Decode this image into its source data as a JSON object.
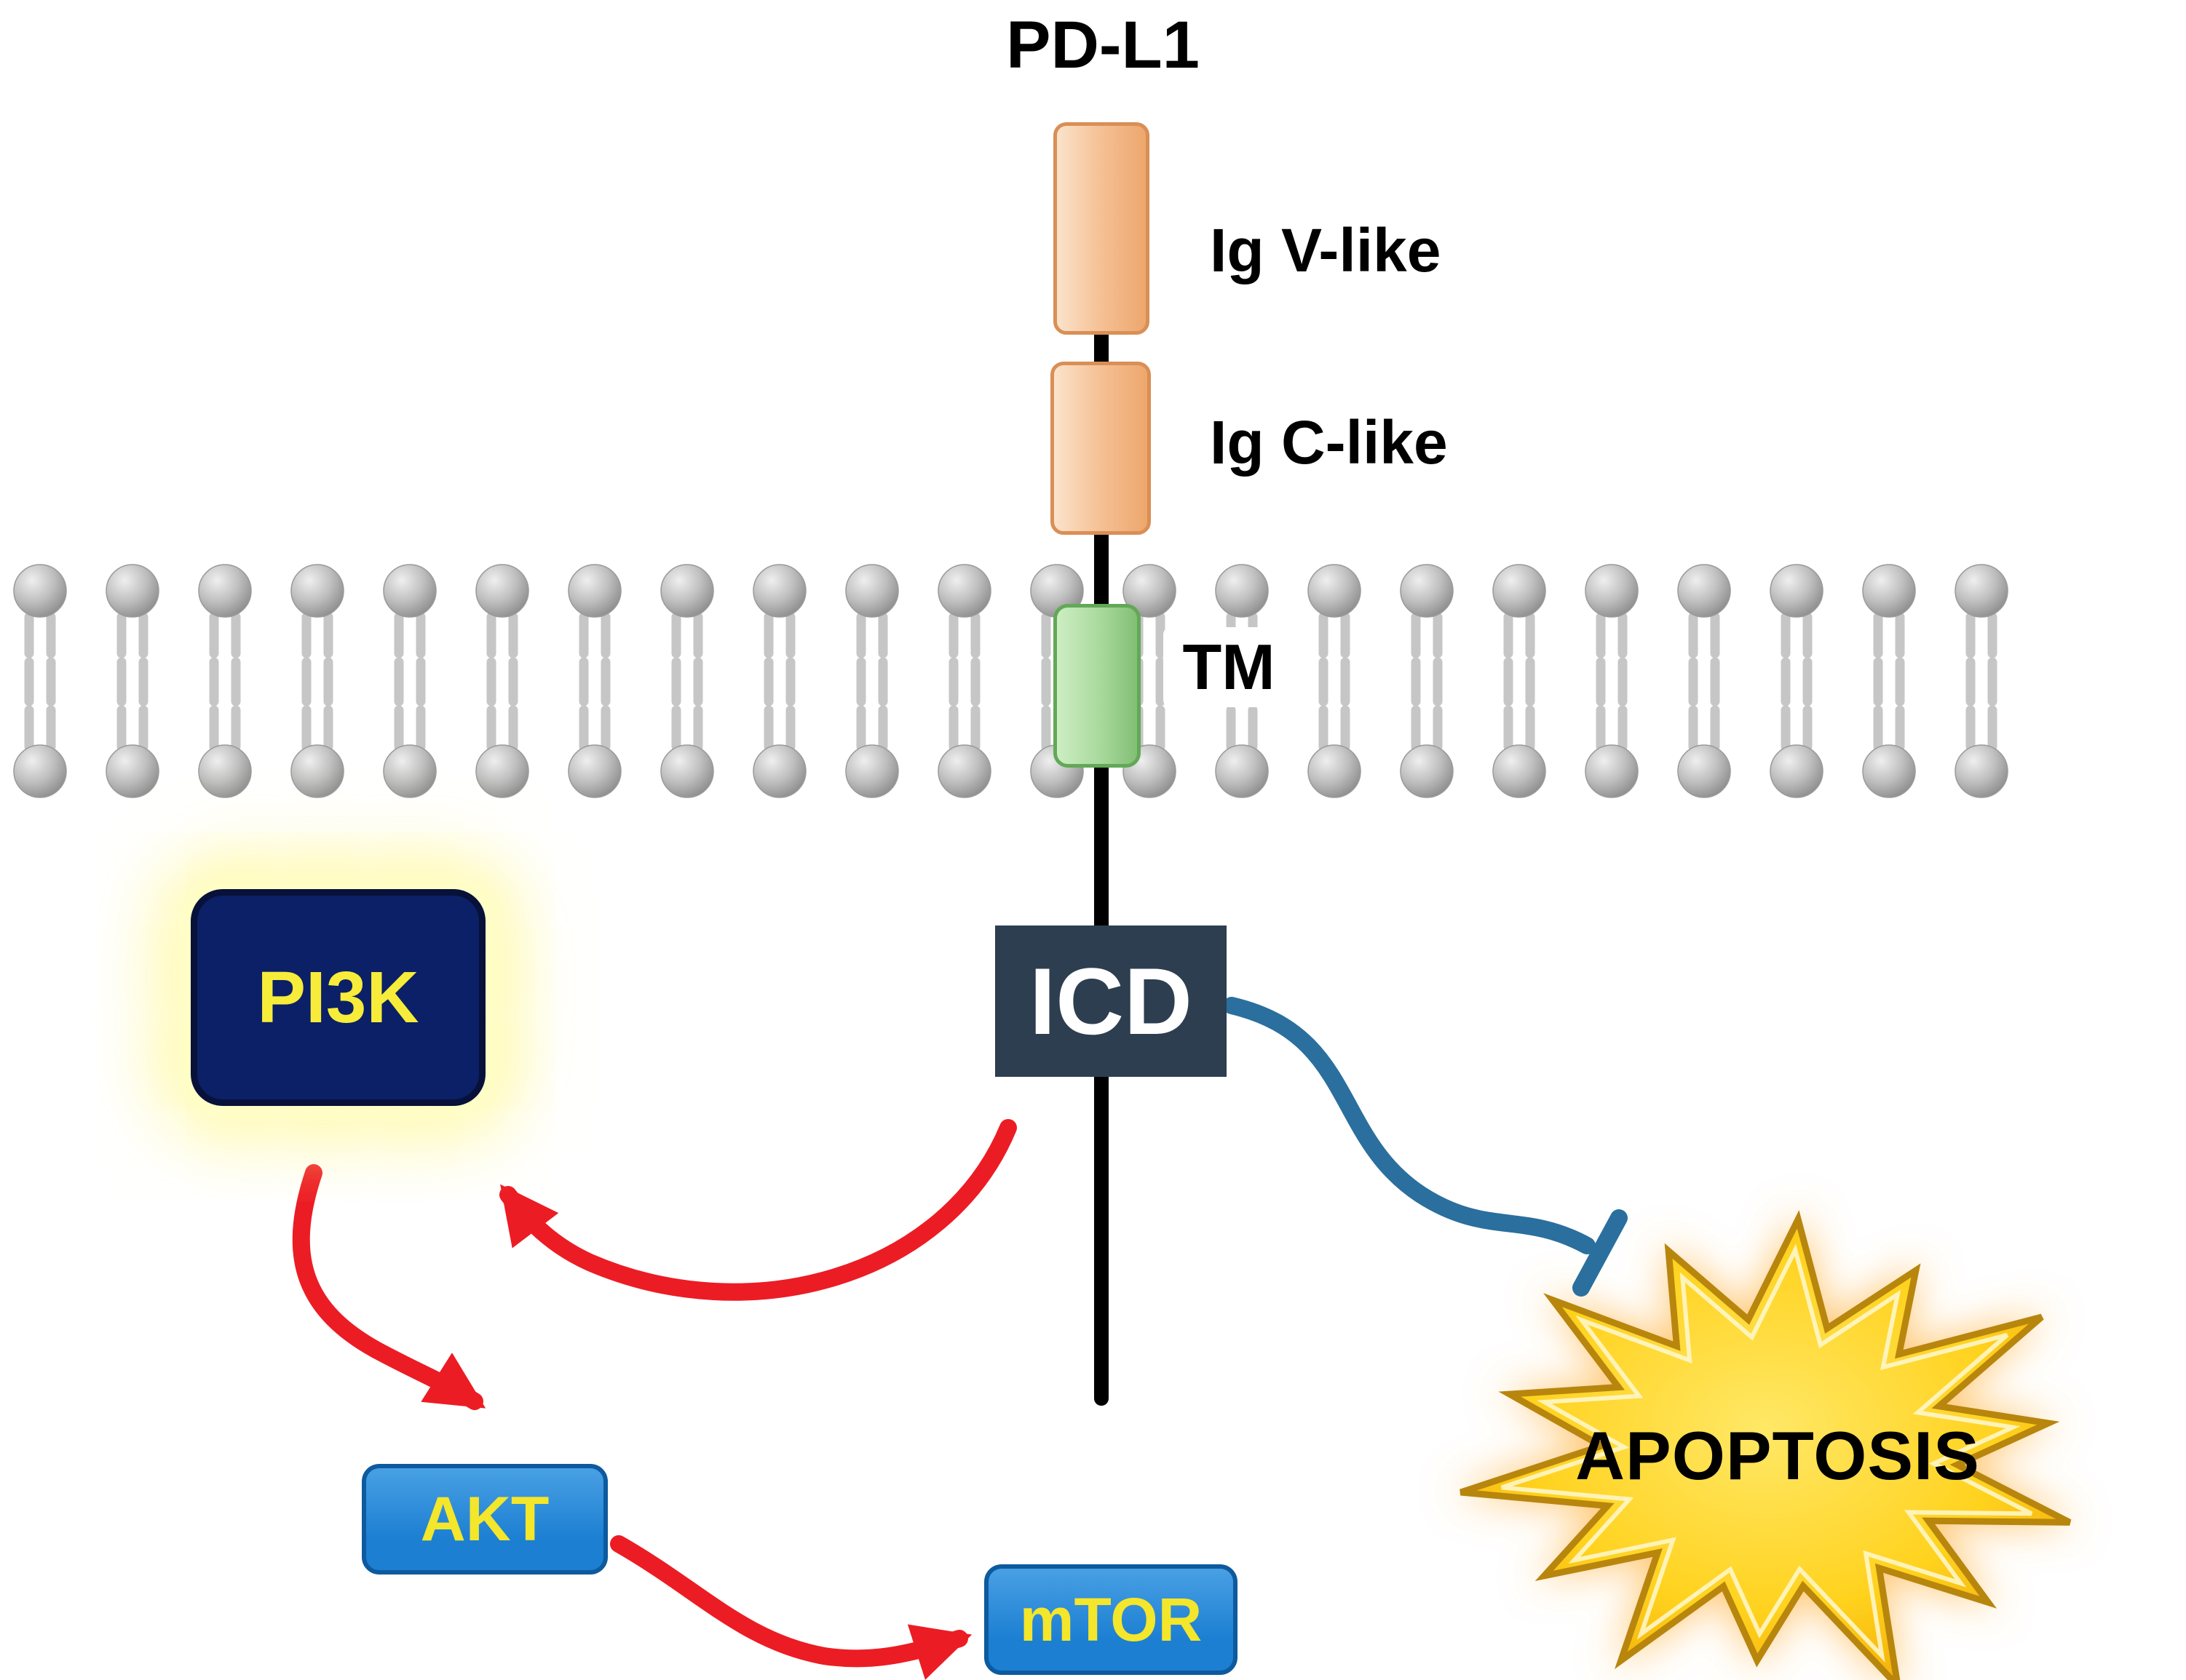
{
  "diagram": {
    "title": "PD-L1",
    "domains": {
      "igv": "Ig V-like",
      "igc": "Ig C-like"
    },
    "tm": "TM",
    "icd": "ICD",
    "pi3k": "PI3K",
    "akt": "AKT",
    "mtor": "mTOR",
    "apoptosis": "APOPTOSIS",
    "colors": {
      "domain_fill": "#f5c094",
      "domain_border": "#d98f56",
      "tm_fill": "#a8d99c",
      "tm_border": "#63a857",
      "icd_fill": "#2d3e50",
      "pi3k_fill": "#0b2066",
      "pi3k_text": "#f8ec3a",
      "kinase_fill": "#1c7fd2",
      "kinase_border": "#0d5a9e",
      "kinase_text": "#f4e62a",
      "arrow_red": "#ec1c24",
      "inhibit_blue": "#2a6f9e",
      "star_fill": "#ffd21e",
      "star_border": "#b8860b"
    }
  }
}
